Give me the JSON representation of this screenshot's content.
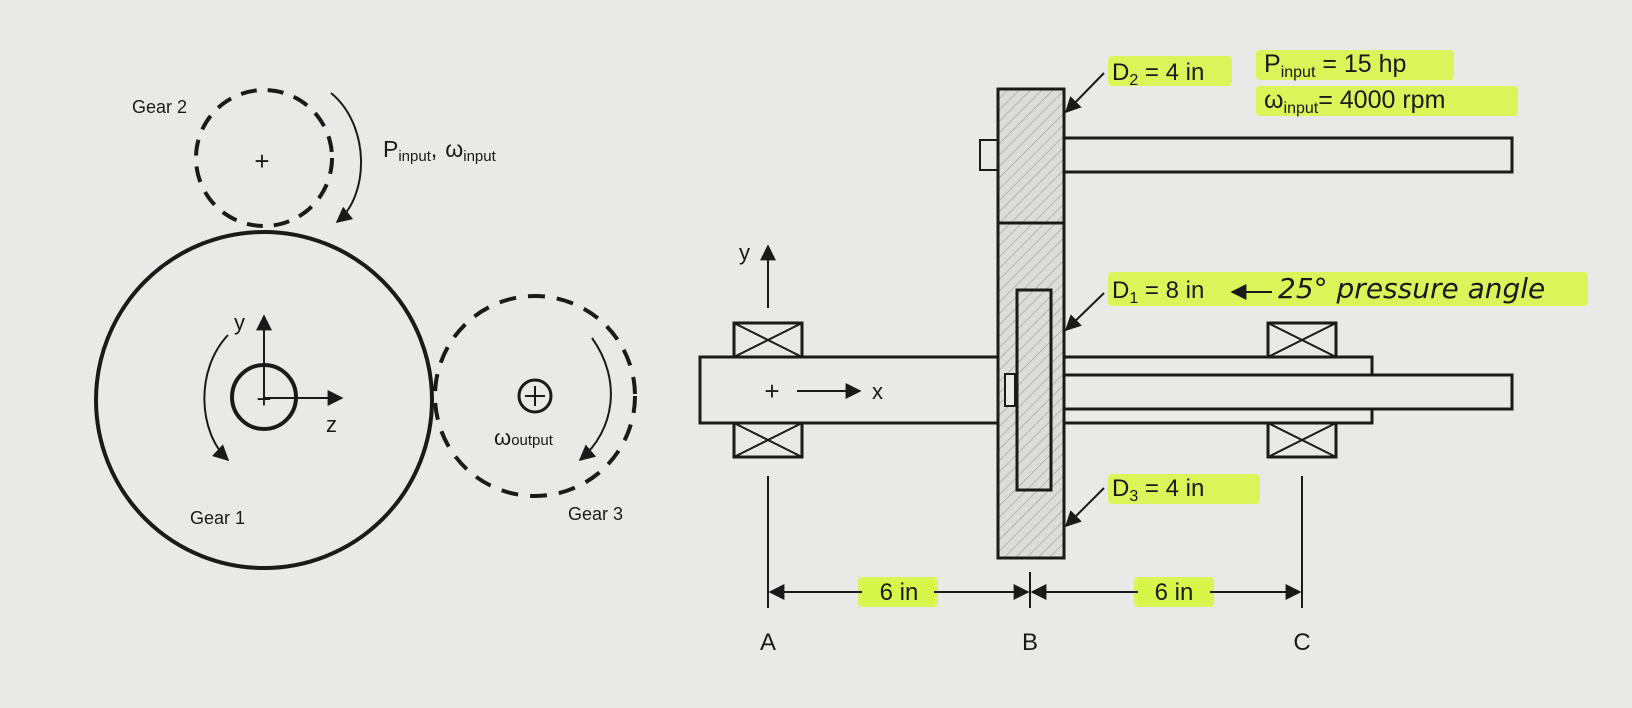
{
  "left_view": {
    "gear2_label": "Gear 2",
    "gear1_label": "Gear 1",
    "gear3_label": "Gear 3",
    "input_P": "P",
    "input_P_sub": "input",
    "input_sep": ",",
    "input_w": "ω",
    "input_w_sub": "input",
    "output_w": "ω",
    "output_w_sub": "output",
    "axis_y": "y",
    "axis_z": "z"
  },
  "right_view": {
    "d2_main": "D",
    "d2_sub": "2",
    "d2_val": " = 4 in",
    "d1_main": "D",
    "d1_sub": "1",
    "d1_val": " = 8 in",
    "d3_main": "D",
    "d3_sub": "3",
    "d3_val": " = 4 in",
    "power_main": "P",
    "power_sub": "input",
    "power_val": " = 15 hp",
    "speed_main": "ω",
    "speed_sub": "input",
    "speed_val": "= 4000 rpm",
    "pressure_note": "25° pressure angle",
    "axis_y": "y",
    "axis_x": "x",
    "dim_ab": "6 in",
    "dim_bc": "6 in",
    "point_a": "A",
    "point_b": "B",
    "point_c": "C"
  },
  "colors": {
    "highlight": "#d8f54a",
    "ink": "#1a1a1a"
  }
}
